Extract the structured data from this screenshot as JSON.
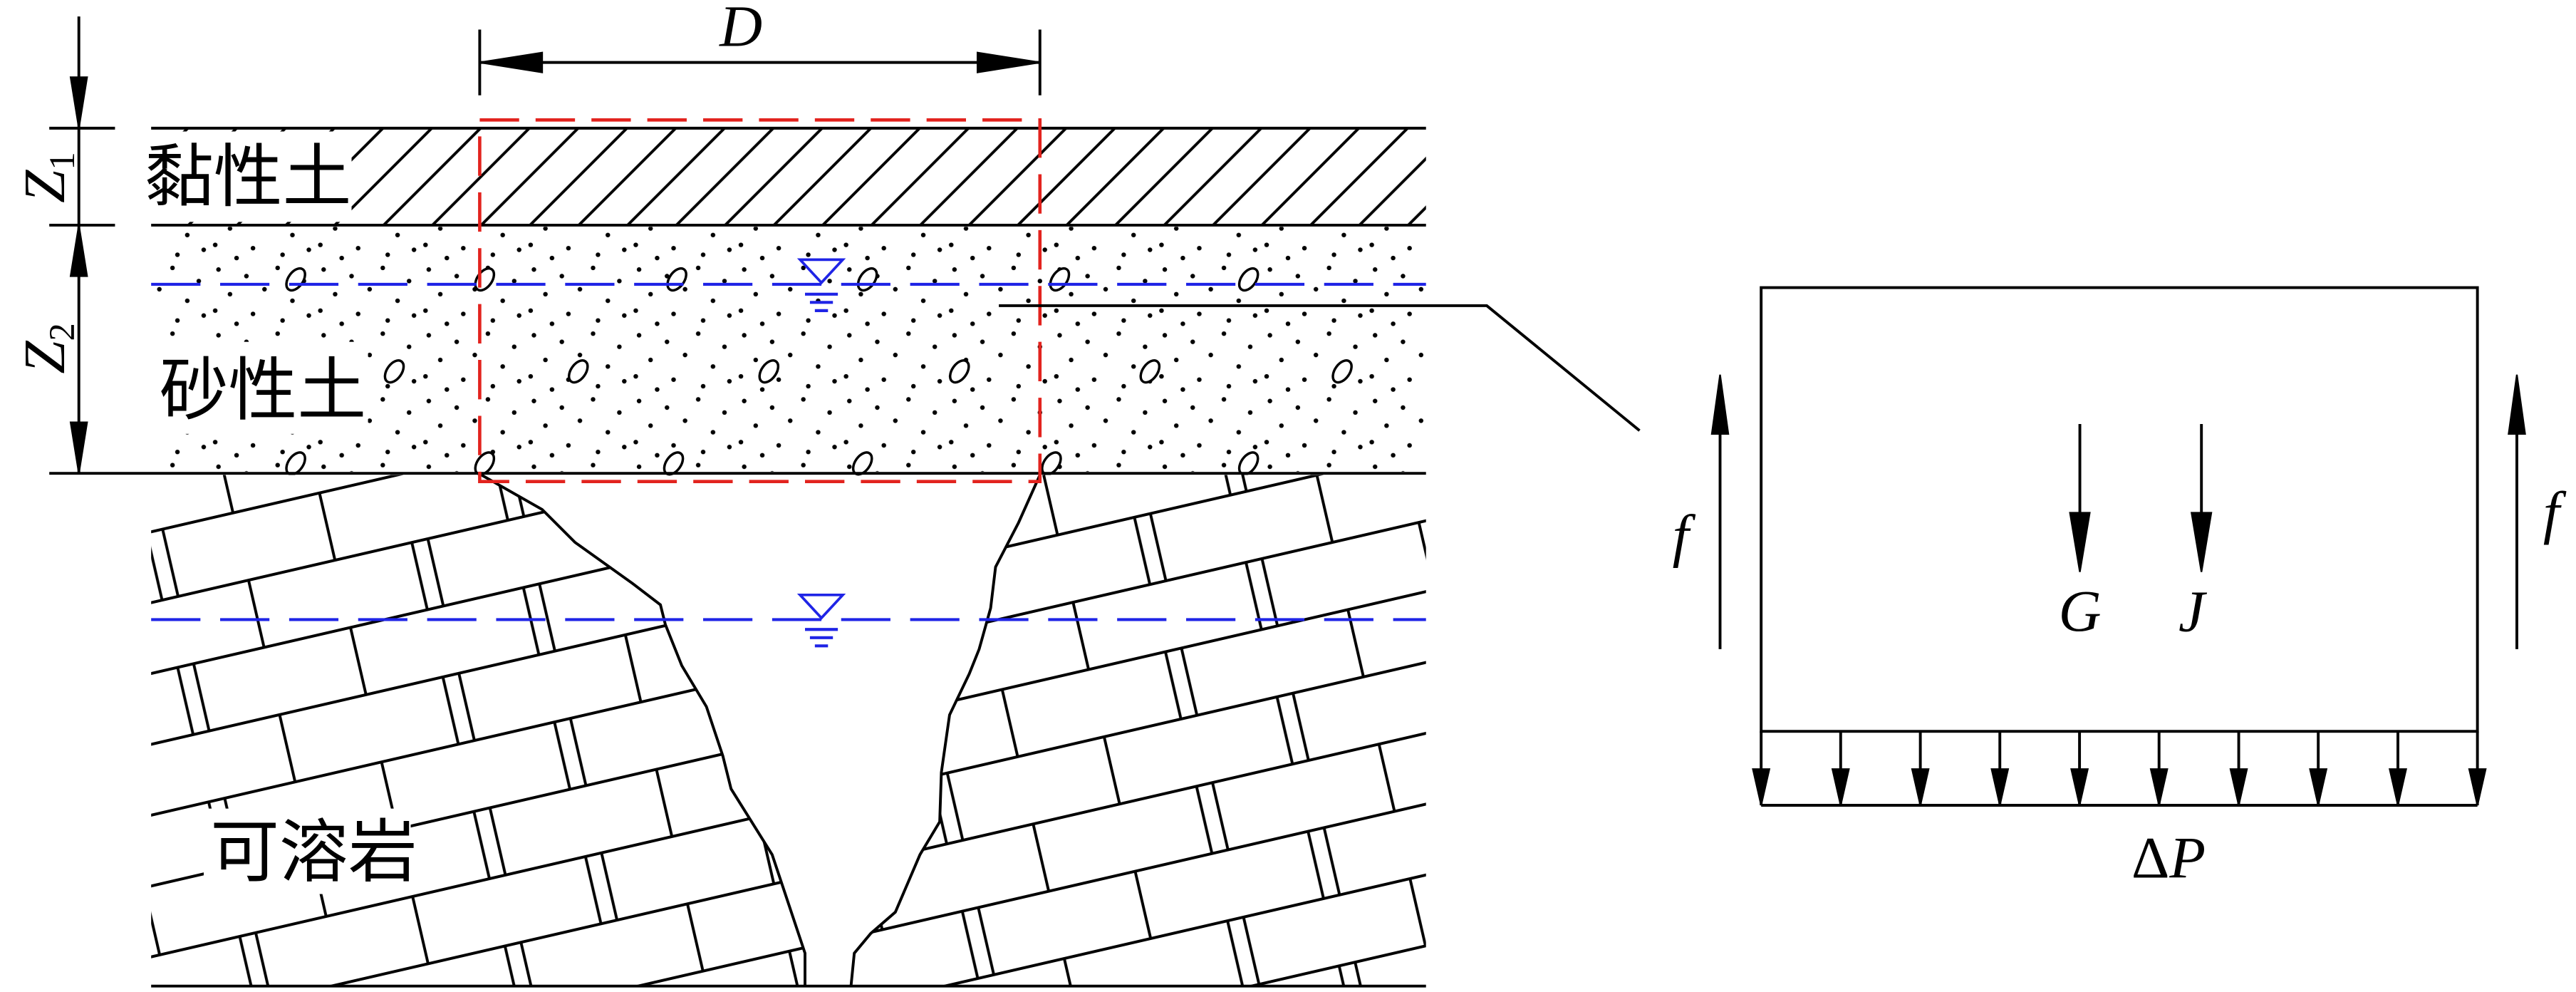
{
  "diagram": {
    "dimension_width": "D",
    "dimension_z1": {
      "symbol": "Z",
      "subscript": "1"
    },
    "dimension_z2": {
      "symbol": "Z",
      "subscript": "2"
    },
    "layers": {
      "clay": "黏性土",
      "sand": "砂性土",
      "soluble_rock": "可溶岩"
    },
    "force_diagram": {
      "left_force": "f",
      "right_force": "f",
      "force_g": "G",
      "force_j": "J",
      "bottom_pressure": {
        "prefix": "Δ",
        "symbol": "P"
      }
    }
  },
  "symbols": {
    "water_table": "water-level-icon"
  },
  "colors": {
    "line": "#000000",
    "water_table": "#1f24e6",
    "collapse_zone": "#e2231e"
  }
}
